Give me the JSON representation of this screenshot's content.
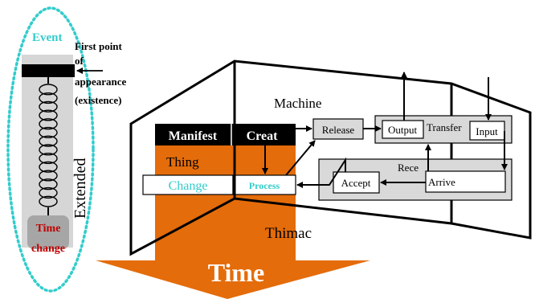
{
  "left_panel": {
    "event_label": "Event",
    "first_point_lines": [
      "First point",
      "of",
      "appearance",
      "(existence)"
    ],
    "extended_label": "Extended",
    "time_change_lines": [
      "Time",
      "change"
    ]
  },
  "diagram": {
    "machine_label": "Machine",
    "manifest_label": "Manifest",
    "creat_label": "Creat",
    "thing_label": "Thing",
    "change_label": "Change",
    "process_label": "Process",
    "release_label": "Release",
    "output_label": "Output",
    "transfer_label": "Transfer",
    "input_label": "Input",
    "receive_label": "Rece",
    "accept_label": "Accept",
    "arrive_label": "Arrive",
    "thimac_label": "Thimac",
    "time_label": "Time"
  },
  "colors": {
    "orange": "#E46C0A",
    "cyan": "#33CCCC",
    "dark_red": "#C00000",
    "gray_box": "#D9D9D9",
    "black": "#000000"
  }
}
